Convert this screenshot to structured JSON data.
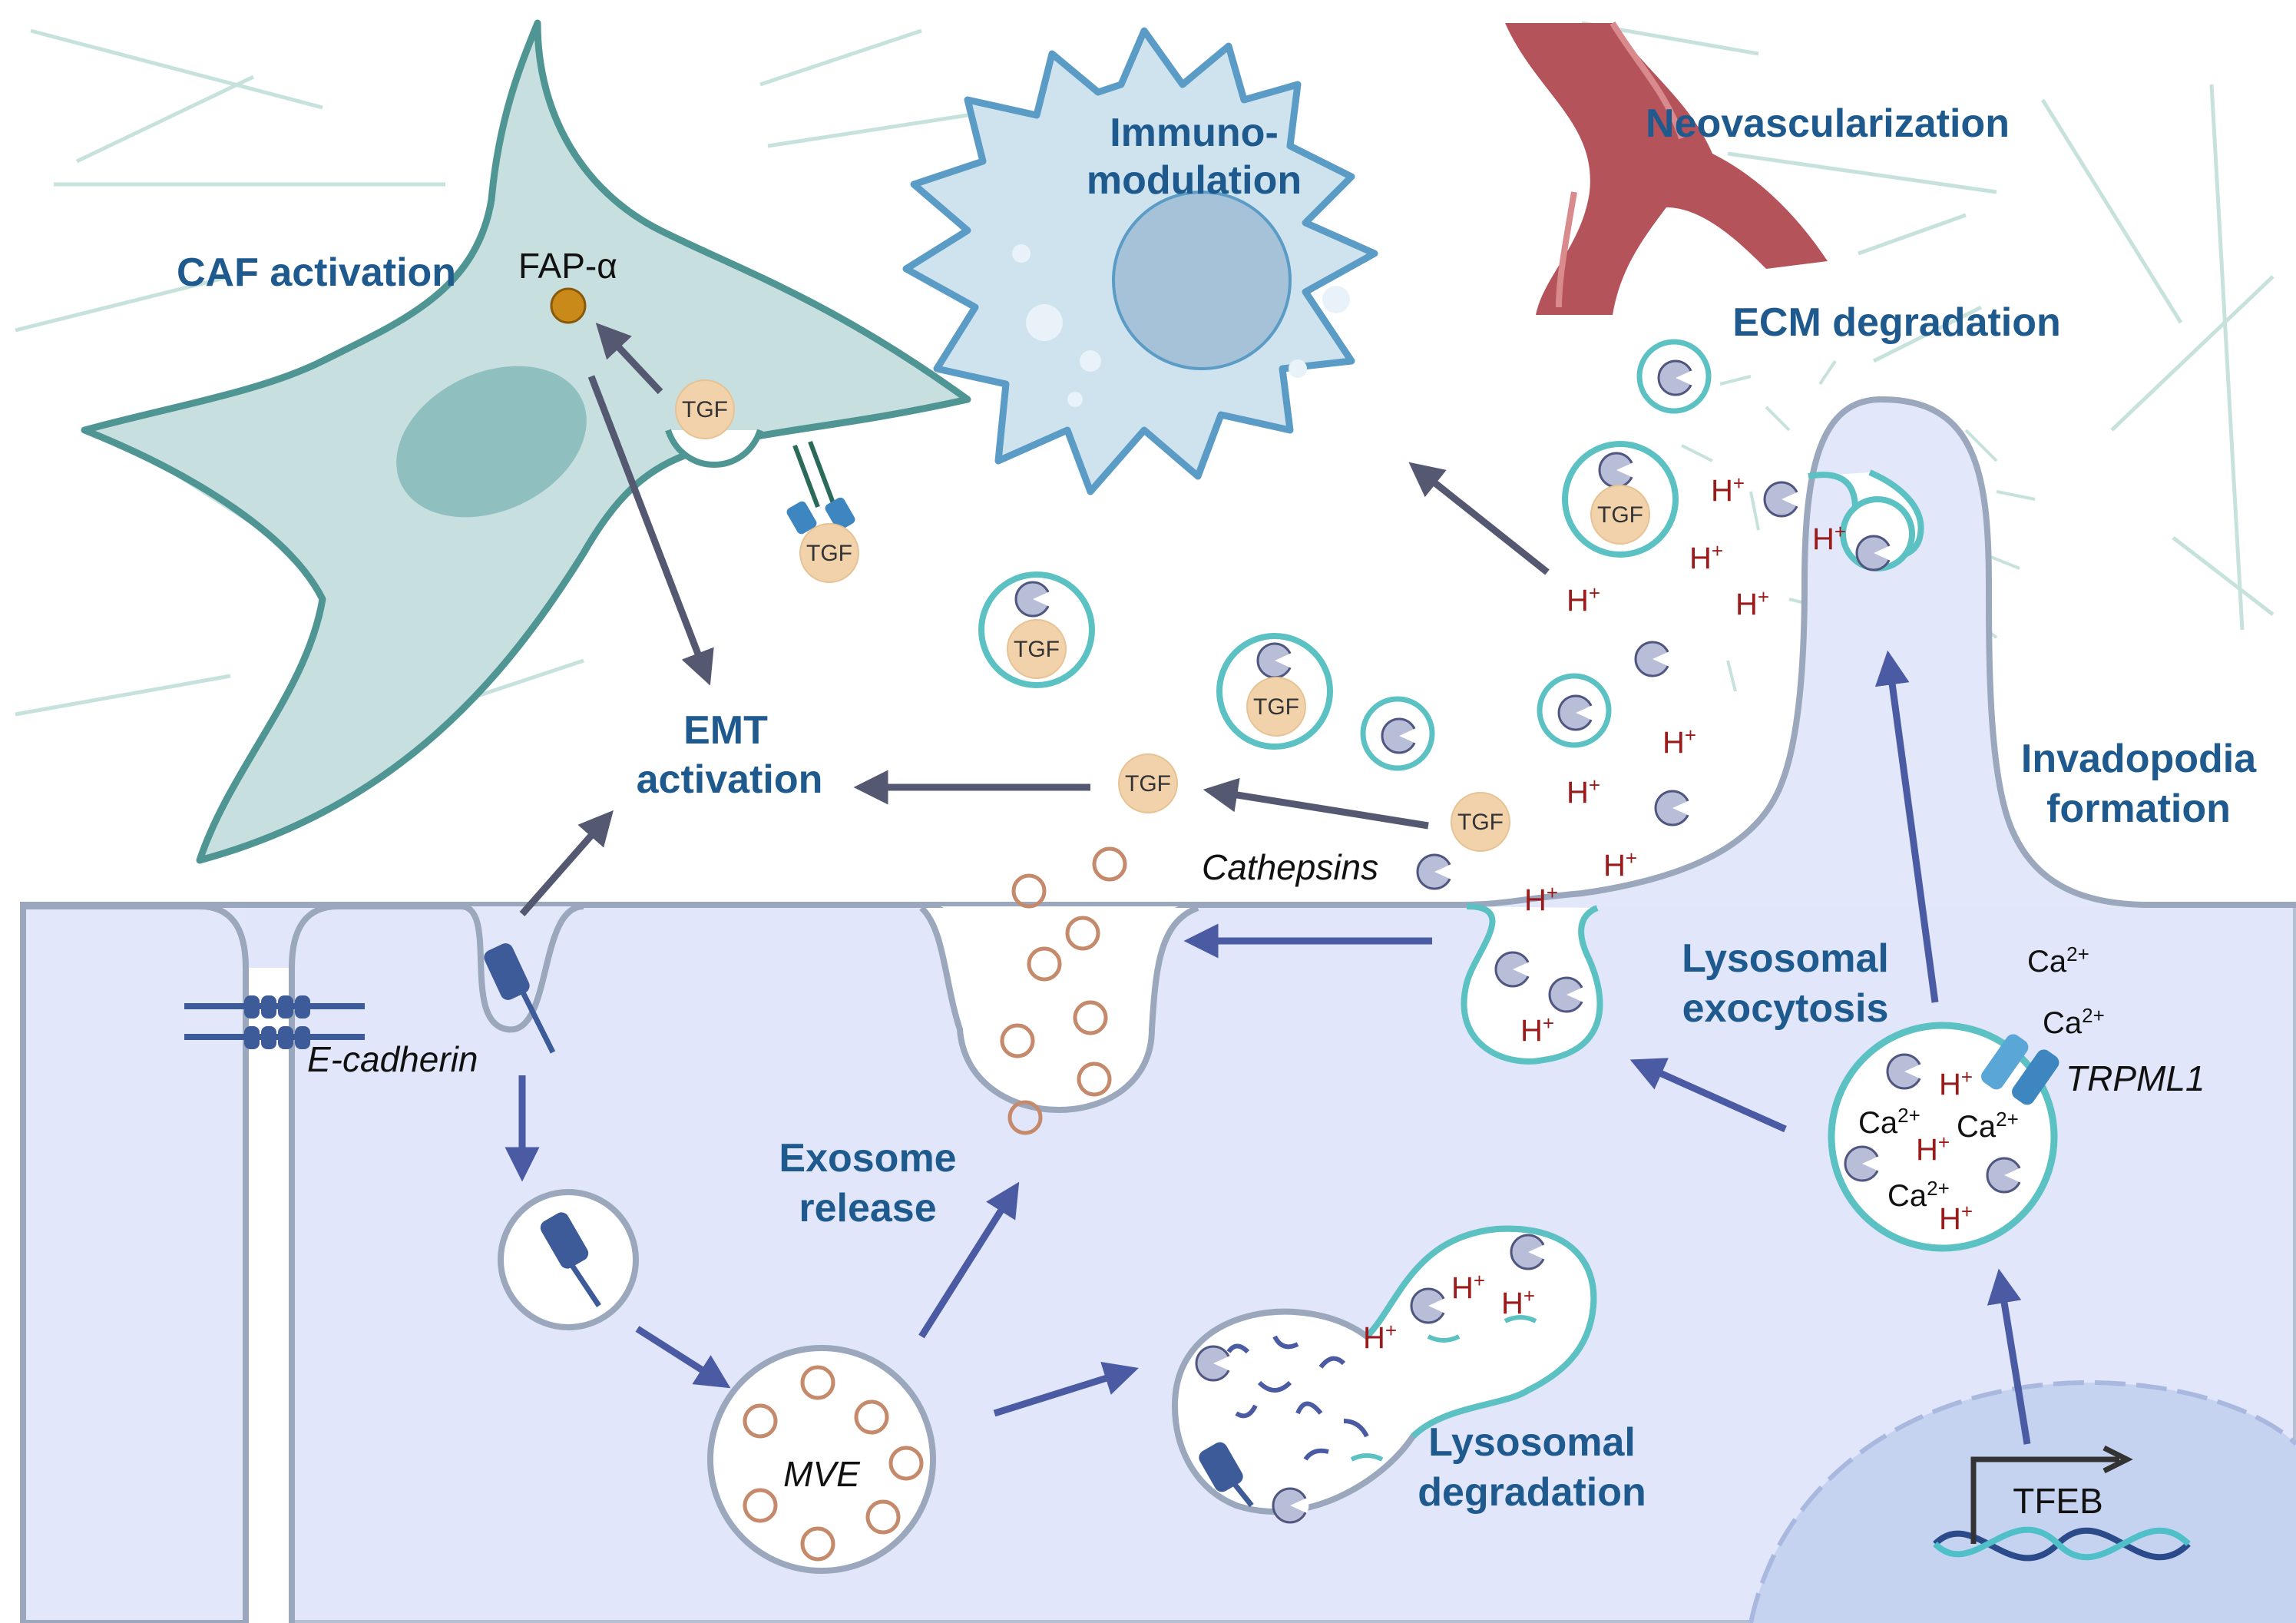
{
  "labels": {
    "caf_activation": "CAF activation",
    "fap": "FAP-α",
    "immuno_line1": "Immuno-",
    "immuno_line2": "modulation",
    "neovascularization": "Neovascularization",
    "ecm_degradation": "ECM degradation",
    "emt_line1": "EMT",
    "emt_line2": "activation",
    "invadopodia_line1": "Invadopodia",
    "invadopodia_line2": "formation",
    "lysosomal_exocytosis_line1": "Lysosomal",
    "lysosomal_exocytosis_line2": "exocytosis",
    "exosome_line1": "Exosome",
    "exosome_line2": "release",
    "lysosomal_degradation_line1": "Lysosomal",
    "lysosomal_degradation_line2": "degradation",
    "cathepsins": "Cathepsins",
    "e_cadherin": "E-cadherin",
    "mve": "MVE",
    "trpml1": "TRPML1",
    "tfeb": "TFEB",
    "tgf": "TGF",
    "h_plus": "H",
    "plus_sup": "+",
    "ca": "Ca",
    "ca_sup": "2+"
  },
  "colors": {
    "label_blue": "#1f5a8f",
    "cell_fill": "#e2e7fa",
    "membrane": "#9aa7bc",
    "caf_fill": "#c8dfdf",
    "caf_outline": "#4f9593",
    "immune_fill": "#cfe3ee",
    "immune_outline": "#5b9cc7",
    "vessel": "#b5535b",
    "lysosome_outline": "#5bc1c3",
    "tgf_fill": "#f1d2ab",
    "exosome_ring": "#c48a6b",
    "proton_red": "#9b1b1b",
    "arrow": "#545871",
    "arrow_blue": "#4a5aa3"
  }
}
